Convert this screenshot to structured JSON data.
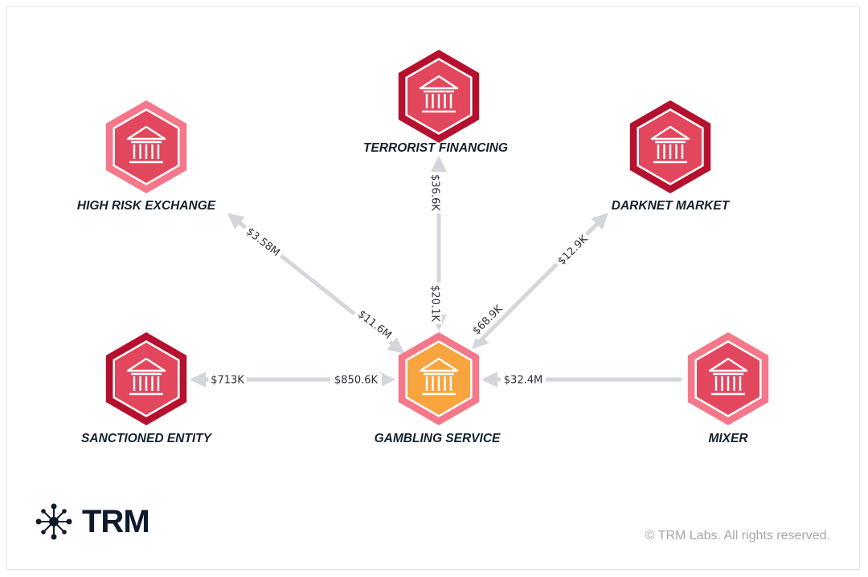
{
  "nodes": {
    "terrorist": {
      "label": "TERRORIST FINANCING",
      "risk": "severe"
    },
    "high_risk": {
      "label": "HIGH RISK EXCHANGE",
      "risk": "high"
    },
    "darknet": {
      "label": "DARKNET MARKET",
      "risk": "severe"
    },
    "sanctioned": {
      "label": "SANCTIONED ENTITY",
      "risk": "severe"
    },
    "gambling": {
      "label": "GAMBLING SERVICE",
      "risk": "focus"
    },
    "mixer": {
      "label": "MIXER",
      "risk": "high"
    }
  },
  "edges": {
    "high_risk": {
      "outer": "$3.58M",
      "inner": "$11.6M"
    },
    "terrorist": {
      "outer": "$36.6K",
      "inner": "$20.1K"
    },
    "darknet": {
      "outer": "$12.9K",
      "inner": "$68.9K"
    },
    "sanctioned": {
      "outer": "$713K",
      "inner": "$850.6K"
    },
    "mixer": {
      "inner": "$32.4M"
    }
  },
  "colors": {
    "severe_border": "#b5102d",
    "high_border": "#f4788a",
    "fill": "#e2475d",
    "focus_fill": "#f8a43f",
    "edge": "#d3d6db"
  },
  "footer": {
    "logo_text": "TRM",
    "copyright": "© TRM Labs. All rights reserved."
  }
}
